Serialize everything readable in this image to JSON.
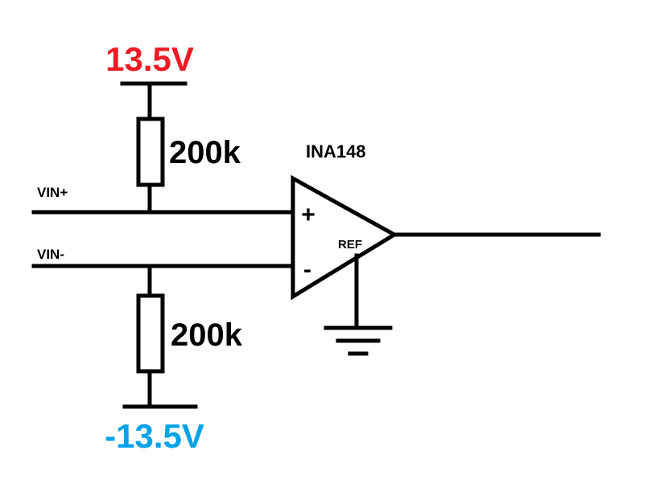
{
  "supply_positive": {
    "label": "13.5V",
    "color": "#ed1c24"
  },
  "supply_negative": {
    "label": "-13.5V",
    "color": "#00a2e8"
  },
  "resistor_top": {
    "value": "200k"
  },
  "resistor_bottom": {
    "value": "200k"
  },
  "amplifier": {
    "part_number": "INA148",
    "input_plus_symbol": "+",
    "input_minus_symbol": "-",
    "ref_pin_label": "REF"
  },
  "inputs": {
    "positive": "VIN+",
    "negative": "VIN-"
  }
}
